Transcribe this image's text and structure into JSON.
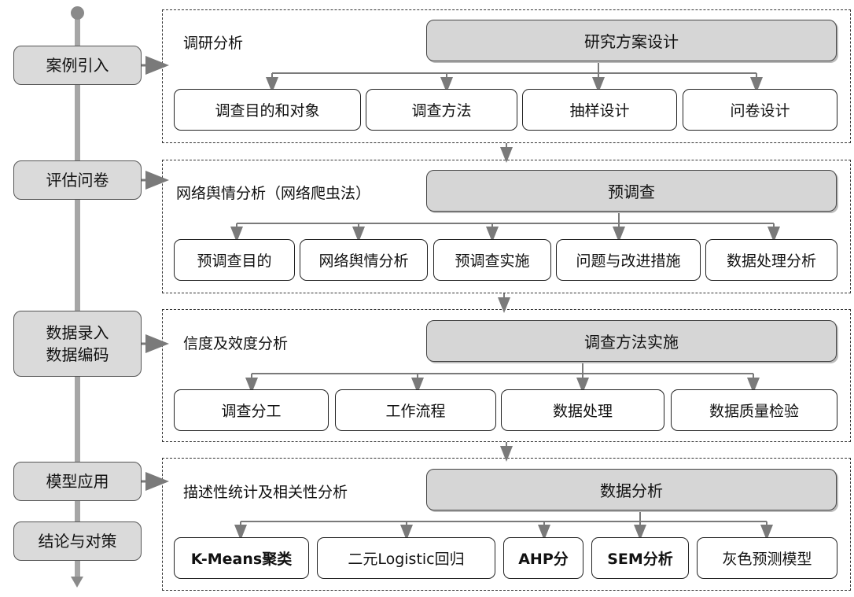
{
  "stages": [
    {
      "lines": [
        "案例引入"
      ]
    },
    {
      "lines": [
        "评估问卷"
      ]
    },
    {
      "lines": [
        "数据录入",
        "数据编码"
      ]
    },
    {
      "lines": [
        "模型应用"
      ]
    },
    {
      "lines": [
        "结论与对策"
      ]
    }
  ],
  "panels": [
    {
      "label": "调研分析",
      "header": "研究方案设计",
      "items": [
        "调查目的和对象",
        "调查方法",
        "抽样设计",
        "问卷设计"
      ]
    },
    {
      "label": "网络舆情分析（网络爬虫法）",
      "header": "预调查",
      "items": [
        "预调查目的",
        "网络舆情分析",
        "预调查实施",
        "问题与改进措施",
        "数据处理分析"
      ]
    },
    {
      "label": "信度及效度分析",
      "header": "调查方法实施",
      "items": [
        "调查分工",
        "工作流程",
        "数据处理",
        "数据质量检验"
      ]
    },
    {
      "label": "描述性统计及相关性分析",
      "header": "数据分析",
      "items": [
        "K-Means聚类",
        "二元Logistic回归",
        "AHP分",
        "SEM分析",
        "灰色预测模型"
      ]
    }
  ],
  "colors": {
    "stage_fill": "#dadada",
    "header_fill": "#d6d6d6",
    "connector": "#7a7a7a",
    "spine": "#a6a6a6"
  }
}
